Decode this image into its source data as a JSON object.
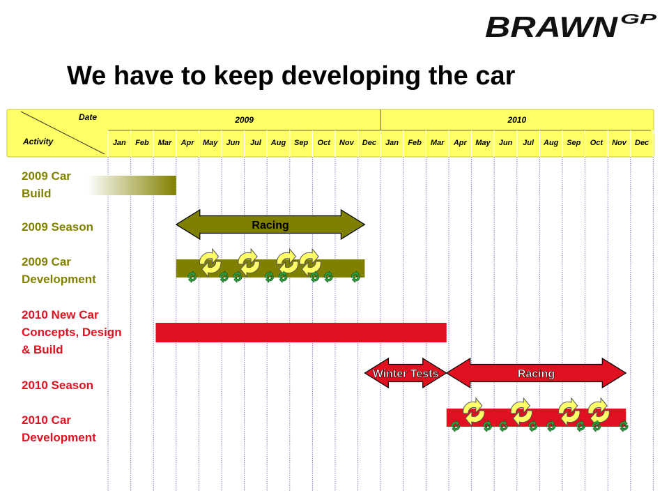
{
  "logo": {
    "text": "BRAWN",
    "suffix": "GP"
  },
  "title": "We have to keep developing the car",
  "header": {
    "date_label": "Date",
    "activity_label": "Activity",
    "years": [
      "2009",
      "2010"
    ],
    "months": [
      "Jan",
      "Feb",
      "Mar",
      "Apr",
      "May",
      "Jun",
      "Jul",
      "Aug",
      "Sep",
      "Oct",
      "Nov",
      "Dec"
    ]
  },
  "colors": {
    "olive": "#808000",
    "red": "#e01021",
    "header_bg": "#ffff66",
    "grid": "#8080c0",
    "yellow": "#ffff66",
    "green": "#2ea040"
  },
  "activities": [
    {
      "label": "2009 Car Build",
      "color": "#808000"
    },
    {
      "label": "2009 Season",
      "color": "#808000"
    },
    {
      "label": "2009 Car Development",
      "color": "#808000"
    },
    {
      "label": "2010 New Car Concepts, Design & Build",
      "color": "#e01021"
    },
    {
      "label": "2010 Season",
      "color": "#e01021"
    },
    {
      "label": "2010 Car Development",
      "color": "#e01021"
    }
  ],
  "chart_data": {
    "type": "gantt",
    "timeline": {
      "start": "2009-01",
      "end": "2010-12"
    },
    "bars": [
      {
        "activity": "2009 Car Build",
        "start": 1.0,
        "end": 3.0,
        "gradient_from_before_start": true
      },
      {
        "activity": "2009 Season",
        "start": 3.0,
        "end": 11.3,
        "arrow": true,
        "text": "Racing"
      },
      {
        "activity": "2009 Car Development",
        "start": 3.0,
        "end": 11.3
      },
      {
        "activity": "2010 New Car Concepts, Design & Build",
        "start": 2.1,
        "end": 14.9
      },
      {
        "activity": "2010 Season",
        "start": 11.3,
        "end": 14.9,
        "arrow": true,
        "text": "Winter Tests"
      },
      {
        "activity": "2010 Season",
        "start": 14.9,
        "end": 22.8,
        "arrow": true,
        "text": "Racing"
      },
      {
        "activity": "2010 Car Development",
        "start": 14.9,
        "end": 22.8
      }
    ],
    "dev_cycles": [
      {
        "activity": "2009 Car Development",
        "large_cycle_months": [
          4.5,
          6.2,
          7.9,
          8.9
        ],
        "small_cycle_months": [
          3.7,
          5.1,
          5.7,
          7.1,
          7.7,
          9.1,
          9.7,
          10.9
        ]
      },
      {
        "activity": "2010 Car Development",
        "large_cycle_months": [
          16.1,
          18.2,
          20.3,
          21.6
        ],
        "small_cycle_months": [
          15.3,
          16.7,
          17.4,
          18.7,
          19.5,
          20.8,
          21.5,
          22.7
        ]
      }
    ]
  }
}
